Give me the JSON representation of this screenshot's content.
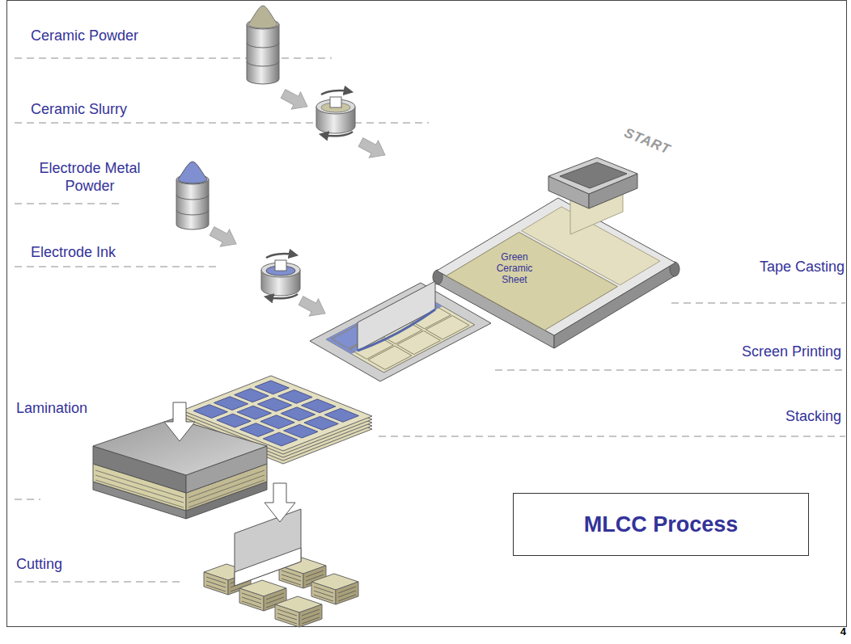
{
  "diagram": {
    "nodes": [
      {
        "text": [
          "MLCC Process"
        ]
      }
    ],
    "labels": [
      "Ceramic Powder",
      "Ceramic Slurry",
      "START",
      "Electrode Metal Powder",
      "Electrode Ink",
      "Green Ceramic Sheet",
      "Tape Casting",
      "Screen Printing",
      "Lamination",
      "Stacking",
      "Cutting",
      "4"
    ]
  }
}
